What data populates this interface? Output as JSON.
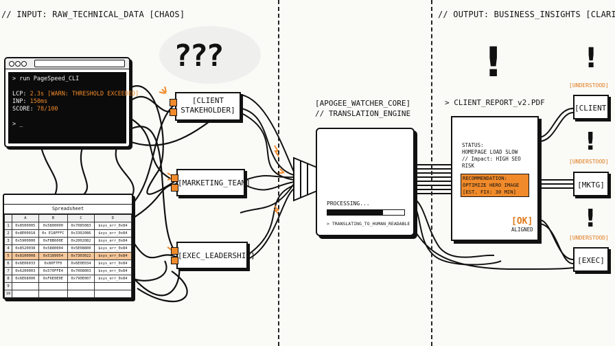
{
  "headings": {
    "input": "// INPUT: RAW_TECHNICAL_DATA [CHAOS]",
    "output": "// OUTPUT: BUSINESS_INSIGHTS [CLARITY]"
  },
  "confusion": {
    "marks": "???"
  },
  "terminal": {
    "command": "> run PageSpeed_CLI",
    "lcp_label": "LCP:",
    "lcp_value": "2.3s",
    "lcp_warning": "[WARN: THRESHOLD EXCEEDED]",
    "inp_label": "INP:",
    "inp_value": "150ms",
    "score_label": "SCORE:",
    "score_value": "78/100",
    "prompt": "> _"
  },
  "spreadsheet": {
    "title": "Spreadsheet",
    "columns": [
      "A",
      "B",
      "C",
      "D"
    ],
    "rows": [
      {
        "n": "1",
        "cells": [
          "0x8500005",
          "0x5800000",
          "0x7085083",
          "$sys_err_0x84"
        ]
      },
      {
        "n": "2",
        "cells": [
          "0x8E00018",
          "0x E18FFFC",
          "0x3302086",
          "$sys_err_0x84"
        ]
      },
      {
        "n": "3",
        "cells": [
          "0x5900000",
          "0xF8B600E",
          "0x2002082",
          "$sys_err_0x84"
        ]
      },
      {
        "n": "4",
        "cells": [
          "0x8520038",
          "0x5880004",
          "0x5E08800",
          "$sys_err_0x84"
        ]
      },
      {
        "n": "5",
        "cells": [
          "0x8100008",
          "0x5189954",
          "0x7303022",
          "$sys_err_0x84"
        ]
      },
      {
        "n": "6",
        "cells": [
          "0x6E06033",
          "0x80F7F0",
          "0x6E0E034",
          "$sys_err_0x84"
        ]
      },
      {
        "n": "7",
        "cells": [
          "0x6200003",
          "0x570FFE4",
          "0x7008003",
          "$sys_err_0x84"
        ]
      },
      {
        "n": "8",
        "cells": [
          "0x6E68000",
          "0xF6E0E0E",
          "0x790E007",
          "$sys_err_0x84"
        ]
      },
      {
        "n": "9",
        "cells": [
          "",
          "",
          "",
          ""
        ]
      },
      {
        "n": "10",
        "cells": [
          "",
          "",
          "",
          ""
        ]
      }
    ],
    "highlight_row": 4
  },
  "stakeholders": {
    "client_line1": "[CLIENT",
    "client_line2": "STAKEHOLDER]",
    "marketing": "[MARKETING_TEAM]",
    "exec": "[EXEC_LEADERSHIP]"
  },
  "core": {
    "line1": "[APOGEE_WATCHER_CORE]",
    "line2": "// TRANSLATION_ENGINE",
    "processing": "PROCESSING...",
    "progress": 0.72,
    "subtask": "> TRANSLATING_TO_HUMAN_READABLE"
  },
  "report": {
    "title": "> CLIENT_REPORT_v2.PDF",
    "status_label": "STATUS:",
    "status_text": "HOMEPAGE LOAD SLOW",
    "impact": "// Impact: HIGH SEO",
    "risk": "RISK",
    "rec_label": "RECOMMENDATION:",
    "rec_text": "OPTIMIZE HERO IMAGE",
    "rec_fix": "[EST. FIX: 30 MIN]",
    "ok": "[OK]",
    "aligned": "ALIGNED"
  },
  "outputs": {
    "client": "[CLIENT]",
    "mktg": "[MKTG]",
    "exec": "[EXEC]",
    "understood": "[UNDERSTOOD]"
  },
  "colors": {
    "accent": "#f08a2a",
    "ink": "#111111",
    "paper": "#fafaf7"
  }
}
